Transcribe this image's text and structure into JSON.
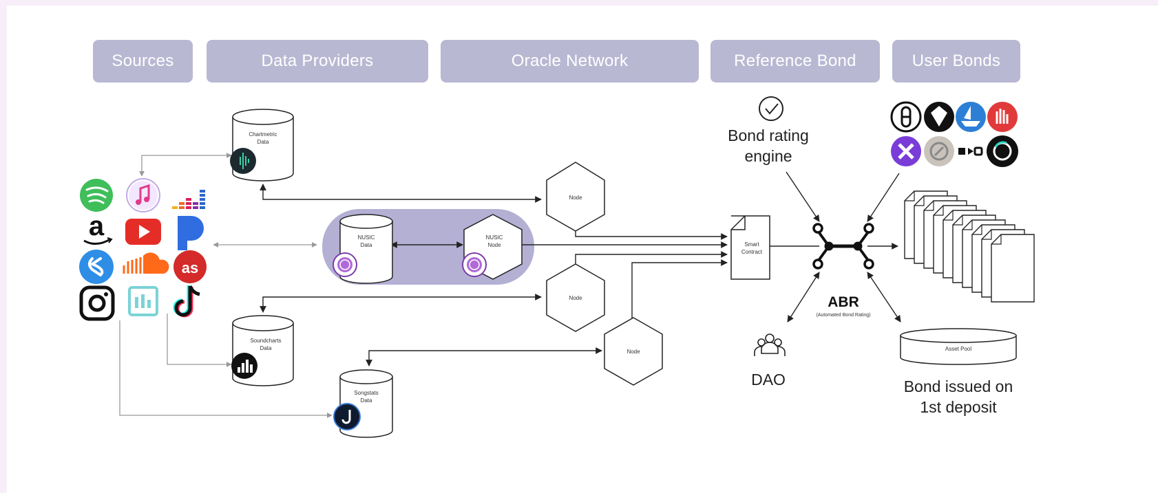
{
  "headers": {
    "sources": "Sources",
    "data_providers": "Data Providers",
    "oracle_network": "Oracle Network",
    "reference_bond": "Reference Bond",
    "user_bonds": "User Bonds"
  },
  "databases": {
    "chartmetric": [
      "Chartmetric",
      "Data"
    ],
    "nusic_data": [
      "NUSIC",
      "Data"
    ],
    "soundcharts": [
      "Soundcharts",
      "Data"
    ],
    "songstats": [
      "Songstats",
      "Data"
    ]
  },
  "nodes": {
    "node_top": "Node",
    "nusic_node": [
      "NUSIC",
      "Node"
    ],
    "node_middle": "Node",
    "node_bottom": "Node"
  },
  "smart_contract": [
    "Smart",
    "Contract"
  ],
  "bond_rating_engine": [
    "Bond rating",
    "engine"
  ],
  "abr": {
    "title": "ABR",
    "subtitle": "(Automated Bond Rating)"
  },
  "dao": "DAO",
  "asset_pool": "Asset Pool",
  "bond_issued": [
    "Bond issued on",
    "1st deposit"
  ],
  "platform_icons": {
    "music_sources": [
      "spotify-icon",
      "apple-music-icon",
      "deezer-icon",
      "amazon-icon",
      "youtube-icon",
      "pandora-icon",
      "shazam-icon",
      "soundcloud-icon",
      "lastfm-icon",
      "instagram-icon",
      "boomplay-icon",
      "tiktok-icon"
    ],
    "user_bond_platforms": [
      "pill-icon",
      "diamond-icon",
      "boat-icon",
      "hand-icon",
      "x-icon",
      "coin-icon",
      "wordmark-icon",
      "ring-icon"
    ]
  },
  "colors": {
    "header_bg": "#b9b8d3",
    "nusic_group_bg": "#b3b0d4",
    "nusic_logo": "#7a3ca8",
    "line": "#222222",
    "gray_line": "#999999"
  }
}
